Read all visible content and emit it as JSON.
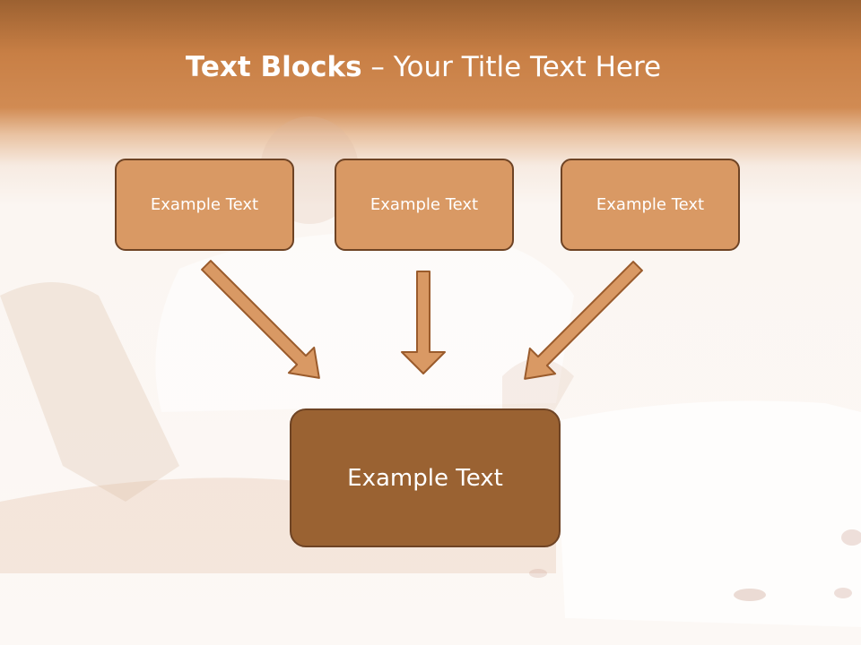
{
  "title": {
    "bold": "Text Blocks",
    "dash": " – ",
    "rest": "Your Title Text Here"
  },
  "blocks": {
    "left": "Example Text",
    "middle": "Example Text",
    "right": "Example Text",
    "bottom": "Example Text"
  },
  "colors": {
    "header_dark": "#9c6131",
    "header_mid": "#c87f45",
    "small_box_fill": "#d99964",
    "big_box_fill": "#9a6232",
    "box_border": "#6e4324",
    "arrow_fill": "#d99964",
    "arrow_stroke": "#9a5b2c",
    "background": "#fcf8f5"
  }
}
